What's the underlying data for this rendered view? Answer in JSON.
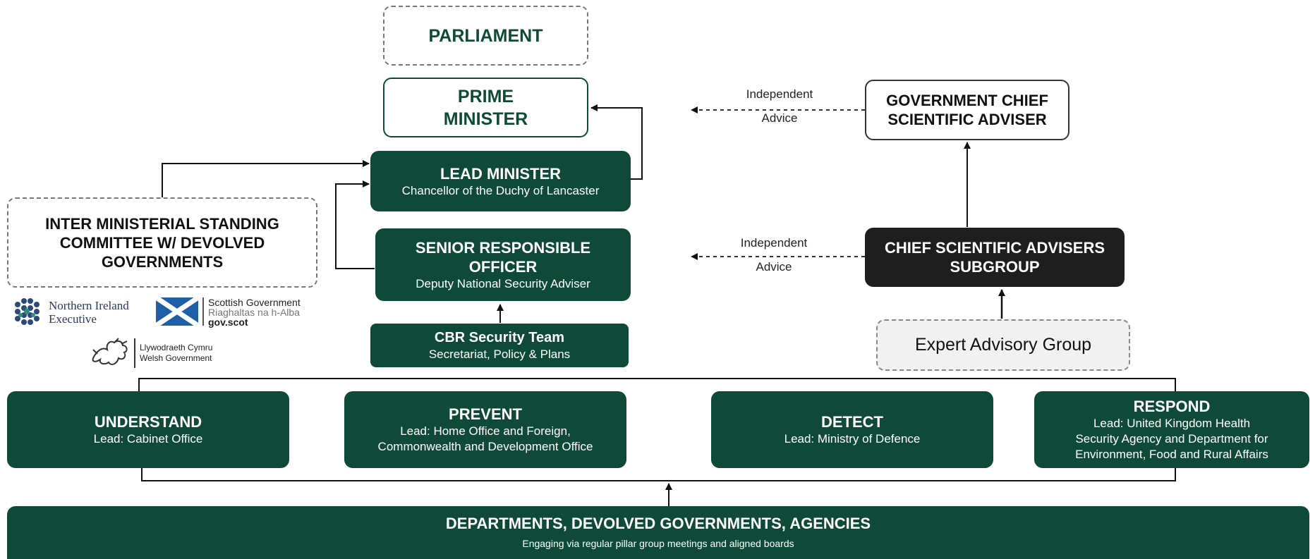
{
  "parliament": {
    "title": "PARLIAMENT"
  },
  "prime_minister": {
    "line1": "PRIME",
    "line2": "MINISTER"
  },
  "lead_minister": {
    "title": "LEAD MINISTER",
    "subtitle": "Chancellor of the Duchy of Lancaster"
  },
  "senior_officer": {
    "line1": "SENIOR RESPONSIBLE",
    "line2": "OFFICER",
    "subtitle": "Deputy National Security Adviser"
  },
  "cbr_team": {
    "title": "CBR Security Team",
    "subtitle": "Secretariat, Policy & Plans"
  },
  "inter_ministerial": {
    "line1": "INTER MINISTERIAL STANDING",
    "line2": "COMMITTEE W/ DEVOLVED",
    "line3": "GOVERNMENTS"
  },
  "gcsa": {
    "line1": "GOVERNMENT CHIEF",
    "line2": "SCIENTIFIC ADVISER"
  },
  "csa_subgroup": {
    "line1": "CHIEF SCIENTIFIC ADVISERS",
    "line2": "SUBGROUP"
  },
  "expert_group": {
    "title": "Expert Advisory Group"
  },
  "advice_labels": [
    {
      "line1": "Independent",
      "line2": "Advice"
    },
    {
      "line1": "Independent",
      "line2": "Advice"
    }
  ],
  "logos": {
    "ni": {
      "line1": "Northern Ireland",
      "line2": "Executive"
    },
    "scot": {
      "line1": "Scottish Government",
      "line2": "Riaghaltas na h-Alba",
      "line3": "gov.scot"
    },
    "wales": {
      "line1": "Llywodraeth Cymru",
      "line2": "Welsh Government"
    }
  },
  "pillars": [
    {
      "title": "UNDERSTAND",
      "lines": [
        "Lead: Cabinet Office"
      ]
    },
    {
      "title": "PREVENT",
      "lines": [
        "Lead: Home Office and Foreign,",
        "Commonwealth and Development Office"
      ]
    },
    {
      "title": "DETECT",
      "lines": [
        "Lead: Ministry of Defence"
      ]
    },
    {
      "title": "RESPOND",
      "lines": [
        "Lead: United Kingdom Health",
        "Security Agency and Department for",
        "Environment, Food and Rural Affairs"
      ]
    }
  ],
  "departments": {
    "title": "DEPARTMENTS, DEVOLVED GOVERNMENTS, AGENCIES",
    "subtitle": "Engaging via regular pillar group meetings and aligned boards"
  }
}
